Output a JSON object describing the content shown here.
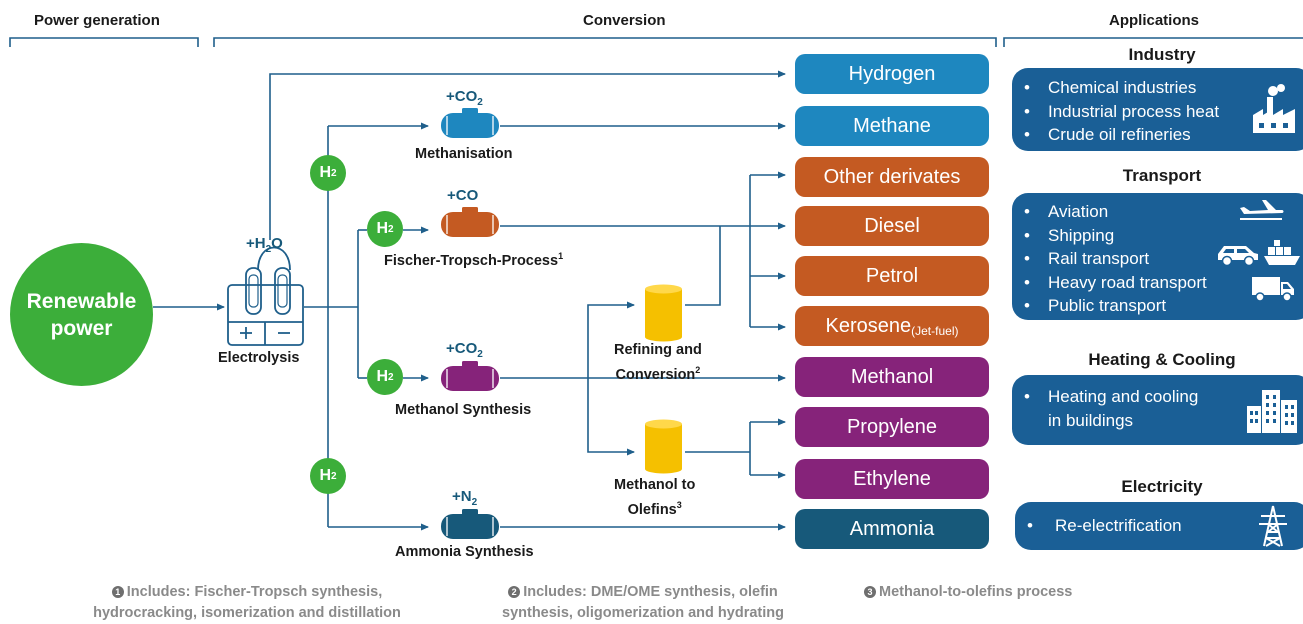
{
  "headers": {
    "power": "Power generation",
    "conversion": "Conversion",
    "applications": "Applications"
  },
  "source": {
    "line1": "Renewable",
    "line2": "power"
  },
  "electrolysis": {
    "input": "+H",
    "input_sub": "2",
    "input_tail": "O",
    "label": "Electrolysis"
  },
  "hydrogen_badge": {
    "text": "H",
    "sub": "2"
  },
  "processes": {
    "methanisation": {
      "label": "Methanisation",
      "gas": "+CO",
      "gas_sub": "2"
    },
    "fischer_tropsch": {
      "label": "Fischer-Tropsch-Process",
      "note": "1",
      "gas": "+CO"
    },
    "methanol_synthesis": {
      "label": "Methanol Synthesis",
      "gas": "+CO",
      "gas_sub": "2"
    },
    "ammonia_synthesis": {
      "label": "Ammonia Synthesis",
      "gas": "+N",
      "gas_sub": "2"
    },
    "refining": {
      "line1": "Refining and",
      "line2": "Conversion",
      "note": "2"
    },
    "mto": {
      "line1": "Methanol to",
      "line2": "Olefins",
      "note": "3"
    }
  },
  "products": {
    "hydrogen": "Hydrogen",
    "methane": "Methane",
    "other_derivates": "Other derivates",
    "diesel": "Diesel",
    "petrol": "Petrol",
    "kerosene": "Kerosene",
    "kerosene_sub": "(Jet-fuel)",
    "methanol": "Methanol",
    "propylene": "Propylene",
    "ethylene": "Ethylene",
    "ammonia": "Ammonia"
  },
  "applications": {
    "industry": {
      "title": "Industry",
      "items": [
        "Chemical industries",
        "Industrial process heat",
        "Crude oil refineries"
      ]
    },
    "transport": {
      "title": "Transport",
      "items": [
        "Aviation",
        "Shipping",
        "Rail transport",
        "Heavy road transport",
        "Public transport"
      ]
    },
    "heating": {
      "title": "Heating & Cooling",
      "item_line1": "Heating and cooling",
      "item_line2": "in buildings"
    },
    "electricity": {
      "title": "Electricity",
      "items": [
        "Re-electrification"
      ]
    }
  },
  "footnotes": {
    "n1": "1",
    "f1_line1": "Includes: Fischer-Tropsch synthesis,",
    "f1_line2": "hydrocracking, isomerization and distillation",
    "n2": "2",
    "f2_line1": "Includes: DME/OME synthesis, olefin",
    "f2_line2": "synthesis, oligomerization and hydrating",
    "n3": "3",
    "f3": "Methanol-to-olefins process"
  },
  "icons": [
    "factory-icon",
    "airplane-icon",
    "car-icon",
    "ship-icon",
    "truck-icon",
    "buildings-icon",
    "power-pylon-icon",
    "electrolyzer-icon",
    "tank-icon",
    "cylinder-icon"
  ],
  "colors": {
    "green": "#3cae3a",
    "line": "#1f5f8b",
    "blue": "#1e87bf",
    "orange": "#c45a22",
    "purple": "#86237a",
    "teal": "#17597a",
    "gold": "#f5c000",
    "app": "#1a5f96"
  }
}
